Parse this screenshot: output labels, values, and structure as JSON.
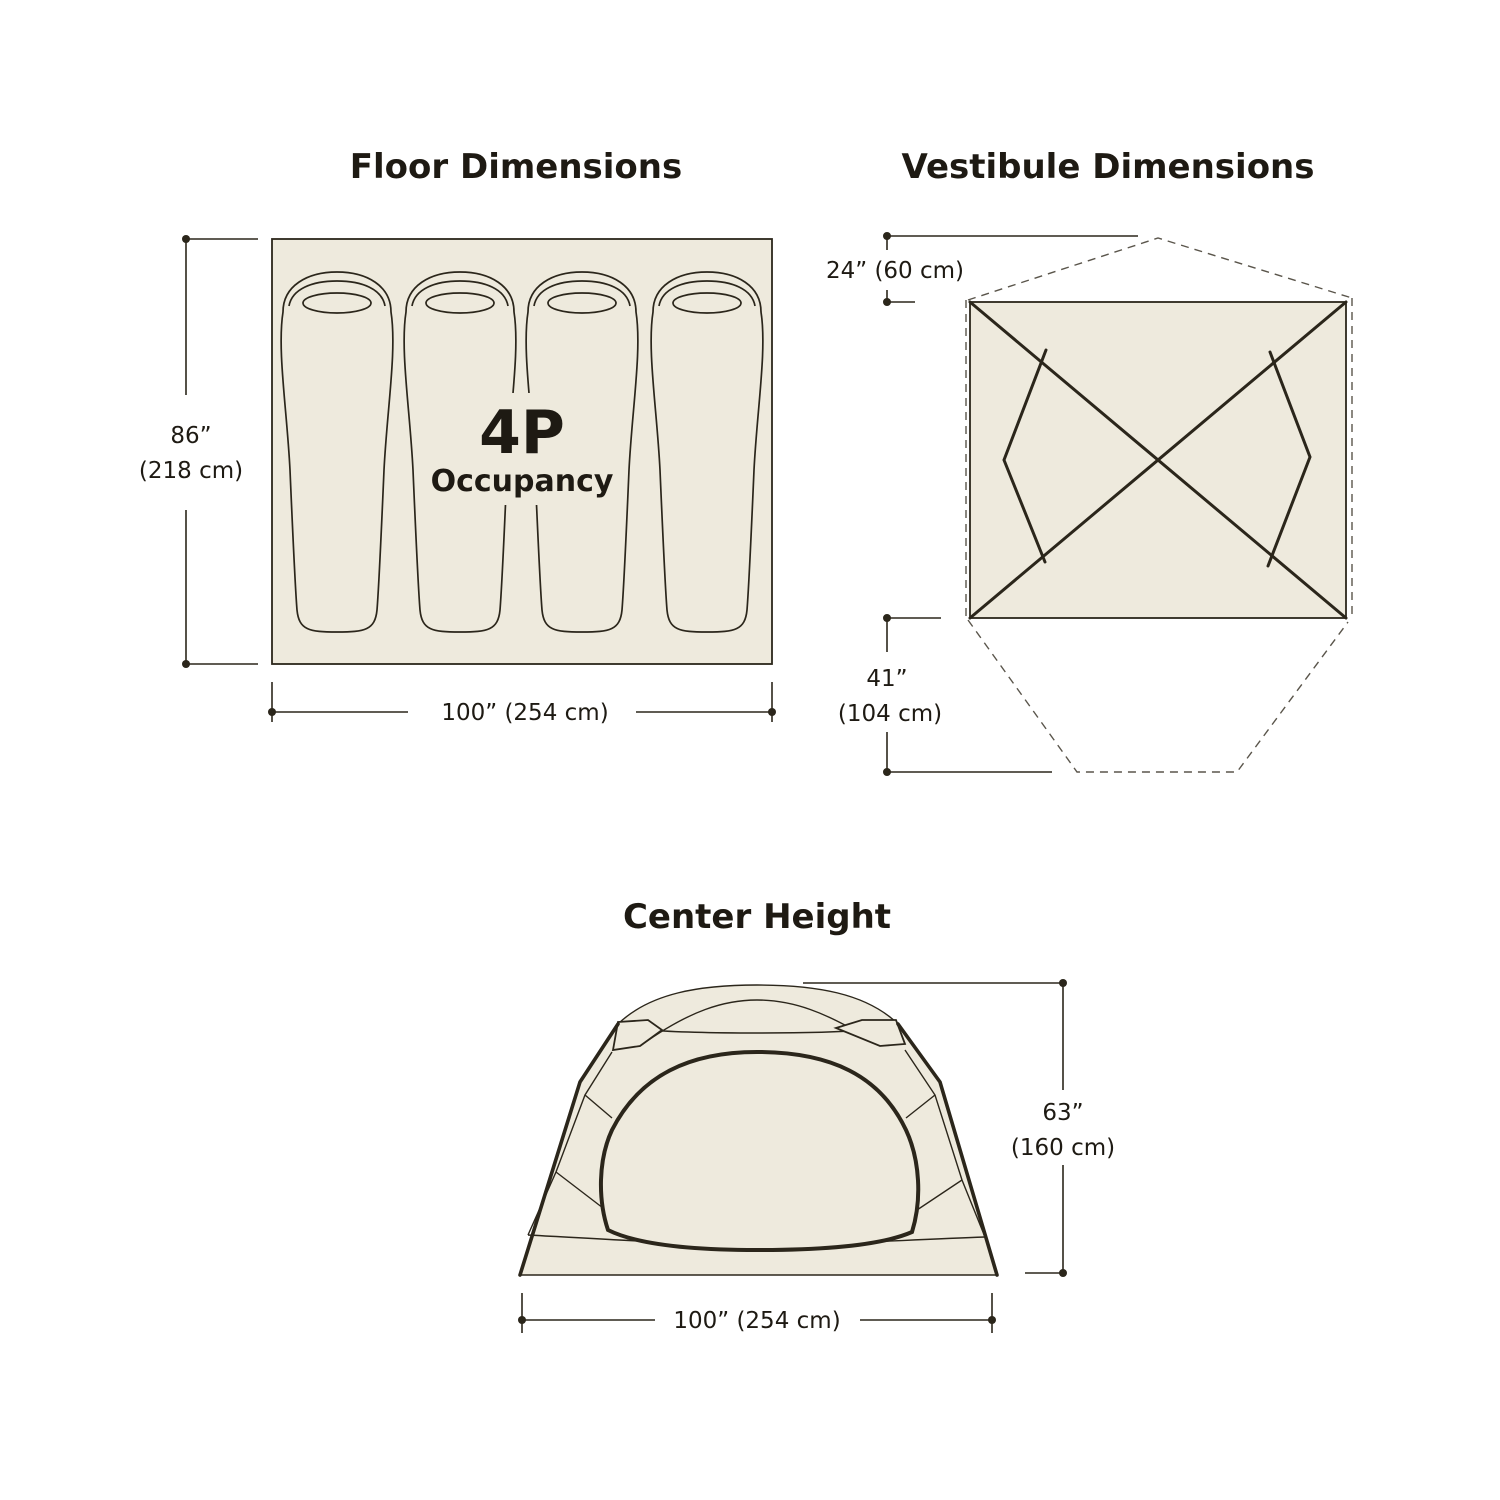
{
  "colors": {
    "fill": "#eeeadd",
    "stroke": "#2b261b",
    "text": "#1e1a13",
    "background": "#ffffff"
  },
  "floor": {
    "title": "Floor Dimensions",
    "length_in": "86”",
    "length_cm": "(218 cm)",
    "width": "100” (254 cm)",
    "occupancy_count": "4P",
    "occupancy_label": "Occupancy"
  },
  "vestibule": {
    "title": "Vestibule Dimensions",
    "rear_depth": "24” (60 cm)",
    "front_depth_in": "41”",
    "front_depth_cm": "(104 cm)"
  },
  "center_height": {
    "title": "Center Height",
    "height_in": "63”",
    "height_cm": "(160 cm)",
    "width": "100” (254 cm)"
  }
}
